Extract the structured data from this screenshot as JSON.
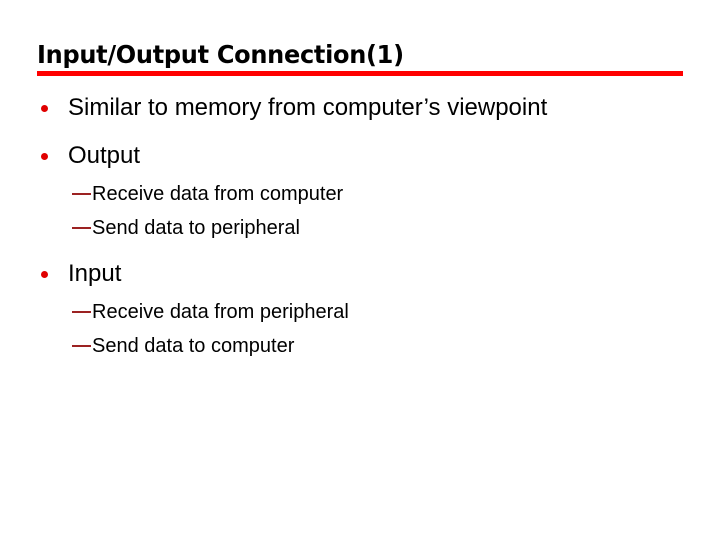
{
  "slide": {
    "title": "Input/Output Connection(1)",
    "background_color": "#FFFFFF",
    "rule_color": "#FF0000",
    "bullet_color": "#E00000",
    "dash_color": "#9C2222",
    "text_color": "#000000",
    "groups": [
      {
        "bullet": "Similar to memory from computer’s viewpoint",
        "sub_items": []
      },
      {
        "bullet": "Output",
        "sub_items": [
          "Receive data from computer",
          "Send data to peripheral"
        ]
      },
      {
        "bullet": "Input",
        "sub_items": [
          "Receive data from peripheral",
          "Send data to computer"
        ]
      }
    ]
  }
}
